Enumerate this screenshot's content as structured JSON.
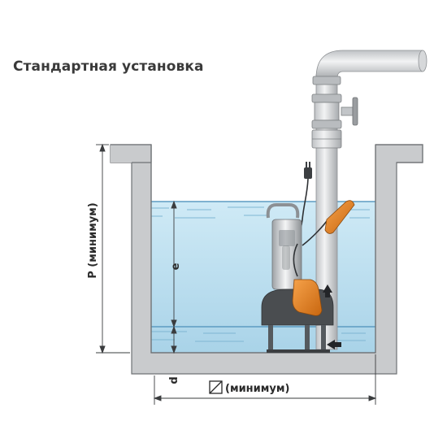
{
  "title": "Стандартная установка",
  "labels": {
    "p_min": "P (минимум)",
    "e": "e",
    "d": "d",
    "width_min": "(минимум)"
  },
  "icons": [
    "pump-icon",
    "float-switch-icon",
    "valve-icon",
    "plug-icon",
    "flow-arrow-icon",
    "square-slash-icon"
  ],
  "colors": {
    "wall": "#c9cbcd",
    "wall_stroke": "#6f7275",
    "water": "#bfe2f2",
    "pipe": "#dfe1e3",
    "float": "#e9821f",
    "pump_dark": "#4a4d50"
  }
}
